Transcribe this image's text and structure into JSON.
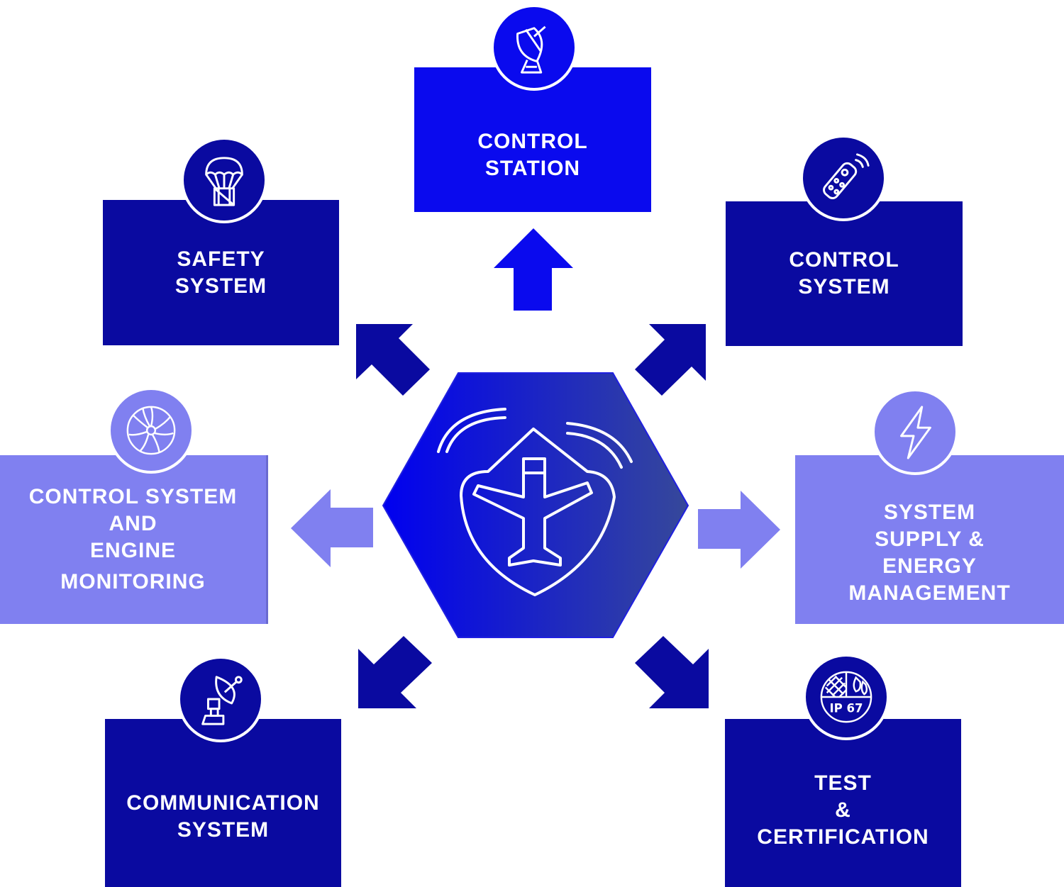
{
  "colors": {
    "dark": "#0a0aa0",
    "bright": "#0a0aee",
    "light": "#8080f0",
    "hub_start": "#0000f0",
    "hub_end": "#36489a"
  },
  "nodes": {
    "control_station": {
      "lines": [
        "CONTROL",
        "STATION"
      ],
      "icon": "satellite-dish-icon"
    },
    "safety_system": {
      "lines": [
        "SAFETY",
        "SYSTEM"
      ],
      "icon": "parachute-crate-icon"
    },
    "control_system": {
      "lines": [
        "CONTROL",
        "SYSTEM"
      ],
      "icon": "remote-control-icon"
    },
    "engine_monitoring": {
      "lines": [
        "CONTROL SYSTEM",
        "AND",
        "ENGINE",
        "MONITORING"
      ],
      "icon": "turbine-icon"
    },
    "energy_management": {
      "lines": [
        "SYSTEM",
        "SUPPLY &",
        "ENERGY",
        "MANAGEMENT"
      ],
      "icon": "lightning-bolt-icon"
    },
    "communication_system": {
      "lines": [
        "COMMUNICATION",
        "SYSTEM"
      ],
      "icon": "antenna-tower-icon"
    },
    "test_certification": {
      "lines": [
        "TEST",
        "&",
        "CERTIFICATION"
      ],
      "icon": "ip67-icon"
    }
  },
  "hub": {
    "icon": "drone-shield-icon"
  }
}
